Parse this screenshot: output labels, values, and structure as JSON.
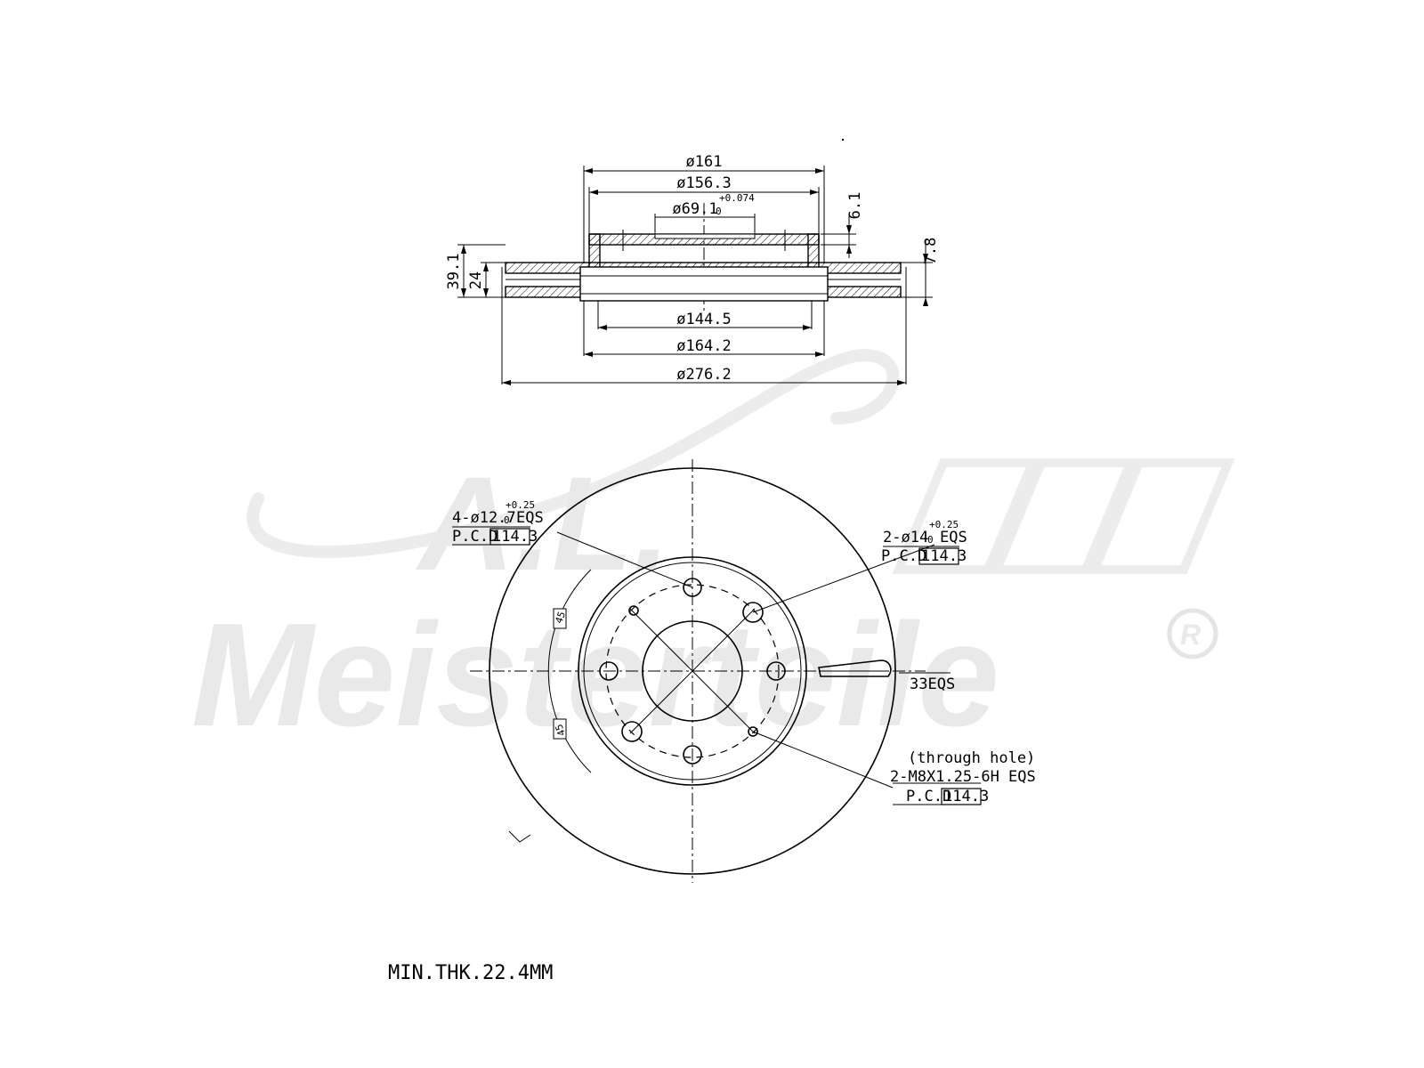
{
  "watermark": {
    "logo_initials": "A.L.",
    "brand": "Meisterteile",
    "registered": "R",
    "color": "#e9e9e9"
  },
  "section_view": {
    "dims": {
      "d161": "ø161",
      "d156_3": "ø156.3",
      "d69_1": "ø69.1",
      "d69_1_tol_upper": "+0.074",
      "d69_1_tol_lower": "0",
      "h6_1": "6.1",
      "h7_8": "7.8",
      "h39_1": "39.1",
      "h24": "24",
      "d144_5": "ø144.5",
      "d164_2": "ø164.2",
      "d276_2": "ø276.2"
    }
  },
  "front_view": {
    "callouts": {
      "bolt_holes": {
        "text": "4-ø12.7",
        "tol_upper": "+0.25",
        "tol_lower": "0",
        "suffix": "EQS",
        "pcd_label": "P.C.D",
        "pcd_value": "114.3"
      },
      "pilot_holes": {
        "text": "2-ø14",
        "tol_upper": "+0.25",
        "tol_lower": "0",
        "suffix": "EQS",
        "pcd_label": "P.C.D",
        "pcd_value": "114.3"
      },
      "vanes": {
        "text": "33EQS"
      },
      "threaded_holes": {
        "line1": "(through hole)",
        "line2": "2-M8X1.25-6H EQS",
        "pcd_label": "P.C.D",
        "pcd_value": "114.3"
      },
      "angle_top": "45",
      "angle_bottom": "45"
    }
  },
  "footer": {
    "min_thickness": "MIN.THK.22.4MM"
  }
}
